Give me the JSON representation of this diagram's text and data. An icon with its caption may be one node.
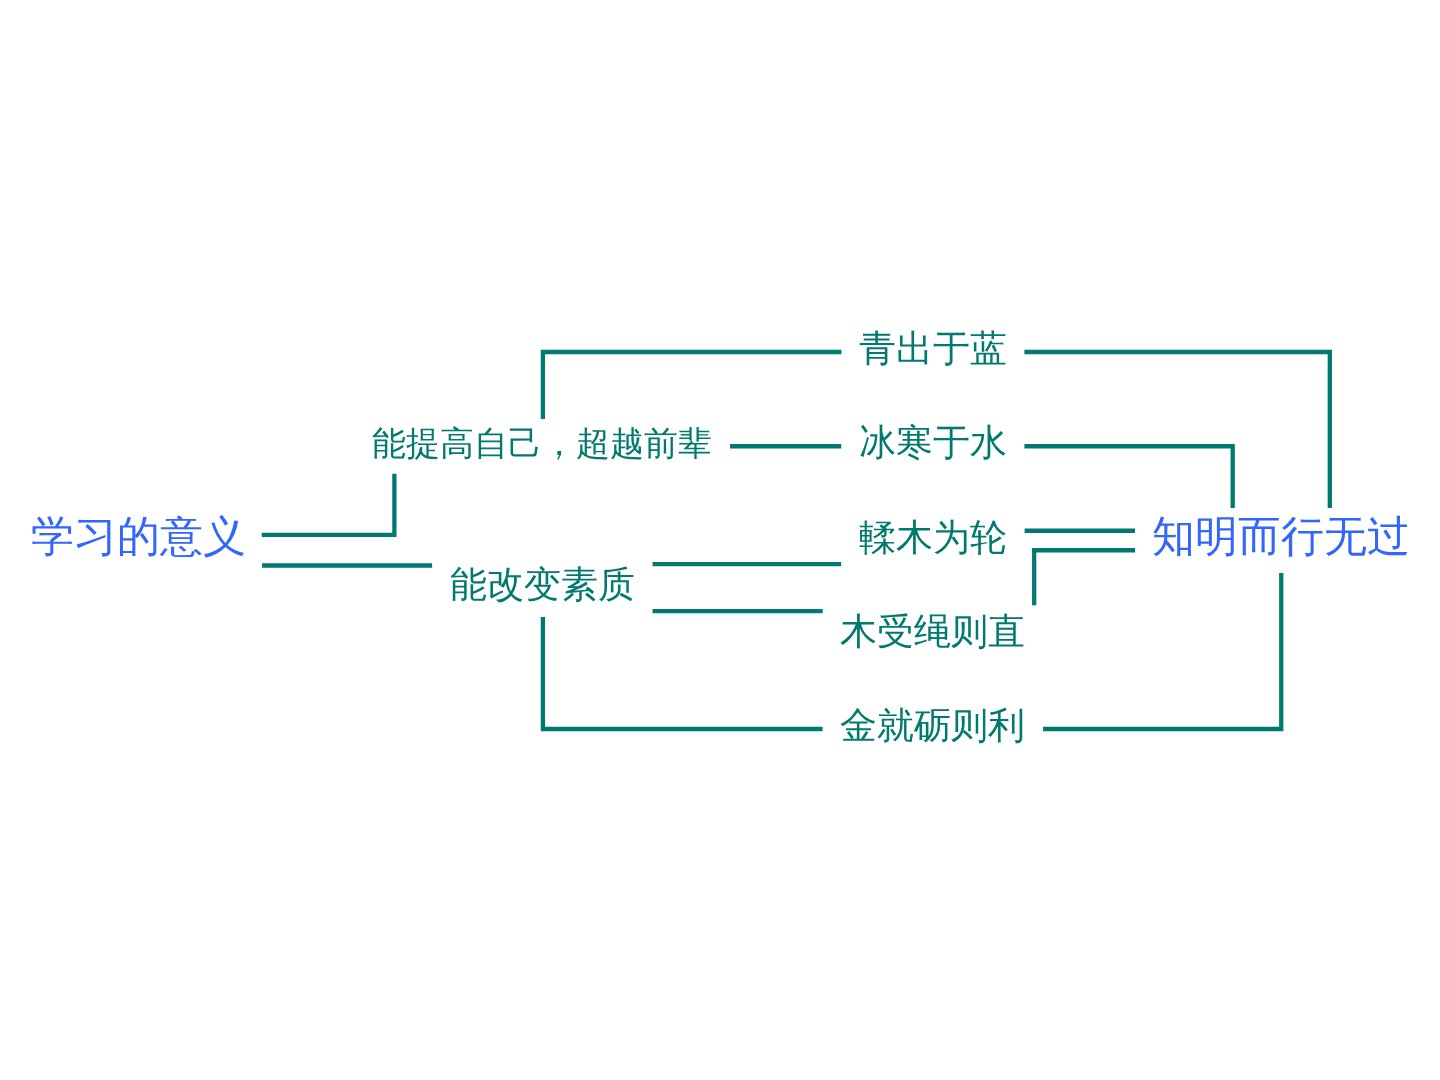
{
  "diagram": {
    "nodes": [
      {
        "text": [
          "学习的意义"
        ]
      },
      {
        "text": [
          "能提高自己，超越前辈"
        ]
      },
      {
        "text": [
          "青出于蓝"
        ]
      },
      {
        "text": [
          "冰寒于水"
        ]
      },
      {
        "text": [
          "能改变素质"
        ]
      },
      {
        "text": [
          "輮木为轮"
        ]
      },
      {
        "text": [
          "木受绳则直"
        ]
      },
      {
        "text": [
          "金就砺则利"
        ]
      },
      {
        "text": [
          "知明而行无过"
        ]
      }
    ],
    "edges": [
      {
        "from": 0,
        "to": 1,
        "arrow": "none"
      },
      {
        "from": 0,
        "to": 4,
        "arrow": "none"
      },
      {
        "from": 1,
        "to": 2,
        "arrow": "none"
      },
      {
        "from": 1,
        "to": 3,
        "arrow": "none"
      },
      {
        "from": 4,
        "to": 5,
        "arrow": "none"
      },
      {
        "from": 4,
        "to": 6,
        "arrow": "none"
      },
      {
        "from": 4,
        "to": 7,
        "arrow": "none"
      },
      {
        "from": 2,
        "to": 8,
        "arrow": "none"
      },
      {
        "from": 3,
        "to": 8,
        "arrow": "none"
      },
      {
        "from": 5,
        "to": 8,
        "arrow": "none"
      },
      {
        "from": 6,
        "to": 8,
        "arrow": "none"
      },
      {
        "from": 7,
        "to": 8,
        "arrow": "none"
      }
    ]
  }
}
